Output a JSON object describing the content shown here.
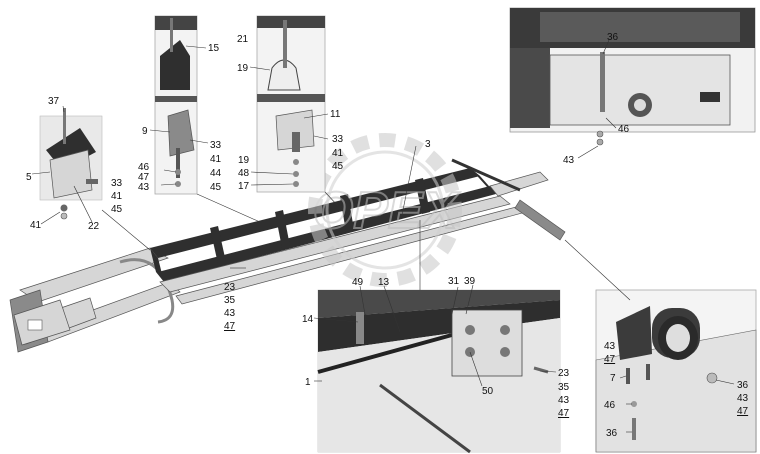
{
  "watermark": {
    "text": "ОРЕХ"
  },
  "labels": {
    "l1": "1",
    "l3": "3",
    "l5": "5",
    "l7": "7",
    "l9": "9",
    "l11": "11",
    "l13": "13",
    "l14": "14",
    "l15": "15",
    "l17": "17",
    "l19a": "19",
    "l19b": "19",
    "l21": "21",
    "l22": "22",
    "l23a": "23",
    "l23b": "23",
    "l31": "31",
    "l33a": "33",
    "l33b": "33",
    "l33c": "33",
    "l35a": "35",
    "l35b": "35",
    "l36a": "36",
    "l36b": "36",
    "l36c": "36",
    "l37": "37",
    "l39": "39",
    "l41a": "41",
    "l41b": "41",
    "l41c": "41",
    "l41d": "41",
    "l43a": "43",
    "l43b": "43",
    "l43c": "43",
    "l43d": "43",
    "l43e": "43",
    "l43f": "43",
    "l44": "44",
    "l45a": "45",
    "l45b": "45",
    "l45c": "45",
    "l46a": "46",
    "l46b": "46",
    "l46c": "46",
    "l47a": "47",
    "l47b": "47",
    "l47c": "47",
    "l47d": "47",
    "l47e": "47",
    "l48": "48",
    "l49": "49",
    "l50": "50"
  }
}
